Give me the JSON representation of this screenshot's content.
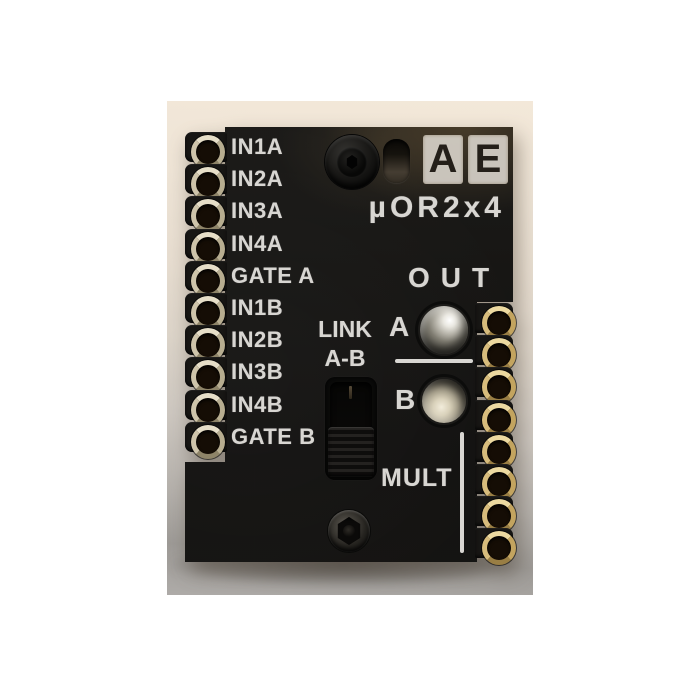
{
  "description": "Product photo of a small black electronics module on a light backdrop",
  "panel": {
    "brand_logo_letters": [
      "A",
      "E"
    ],
    "model_name": "µOR2x4",
    "pin_labels_left": [
      "IN1A",
      "IN2A",
      "IN3A",
      "IN4A",
      "GATE A",
      "IN1B",
      "IN2B",
      "IN3B",
      "IN4B",
      "GATE B"
    ],
    "link_switch_label_line1": "LINK",
    "link_switch_label_line2": "A-B",
    "out_label": "OUT",
    "jack_a_label": "A",
    "jack_b_label": "B",
    "mult_label": "MULT"
  },
  "hardware": {
    "left_socket_count": 10,
    "right_socket_count": 8,
    "switch_position": "down"
  },
  "colors": {
    "panel_black": "#161514",
    "silkscreen_white": "#d8d6d2",
    "photo_background_top": "#f3e8d9",
    "photo_background_bottom": "#aeaba8",
    "socket_ring_silver": "#cec4aa",
    "socket_ring_gold": "#c3a45f",
    "jack_metal_highlight": "#ffffff"
  }
}
